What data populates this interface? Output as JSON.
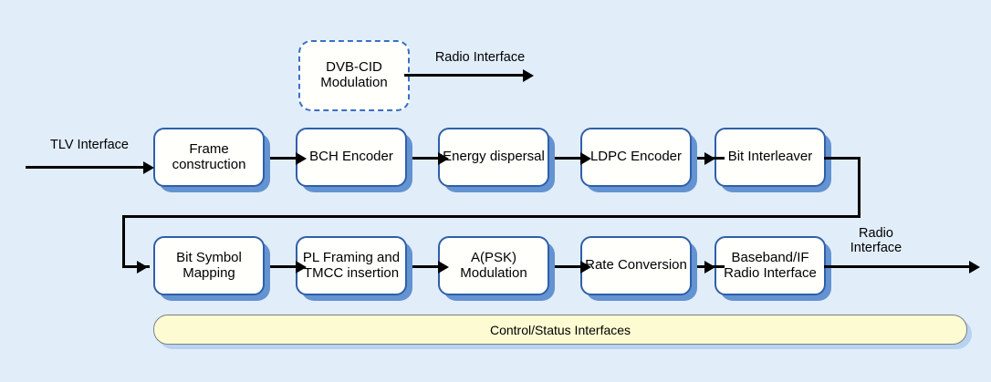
{
  "diagram": {
    "title": "DVB transmitter block diagram",
    "background_color": "#e2edfa",
    "box_fill": "#fffffc",
    "box_border": "#2f5fa8",
    "box_shadow": "#6493d1",
    "control_bar_fill": "#fcfbd2",
    "control_bar_border": "#7b7f8c",
    "line_color": "#000000"
  },
  "optional_block": {
    "label": "DVB-CID\nModulation",
    "style": "dashed"
  },
  "row1": [
    {
      "label": "Frame\nconstruction"
    },
    {
      "label": "BCH Encoder"
    },
    {
      "label": "Energy\ndispersal"
    },
    {
      "label": "LDPC\nEncoder"
    },
    {
      "label": "Bit Interleaver"
    }
  ],
  "row2": [
    {
      "label": "Bit Symbol\nMapping"
    },
    {
      "label": "PL Framing\nand TMCC\ninsertion"
    },
    {
      "label": "A(PSK)\nModulation"
    },
    {
      "label": "Rate\nConversion"
    },
    {
      "label": "Baseband/IF\nRadio\nInterface"
    }
  ],
  "edge_labels": {
    "cid_output": "Radio Interface",
    "input": "TLV Interface",
    "output": "Radio\nInterface"
  },
  "control_bar": {
    "label": "Control/Status Interfaces"
  }
}
